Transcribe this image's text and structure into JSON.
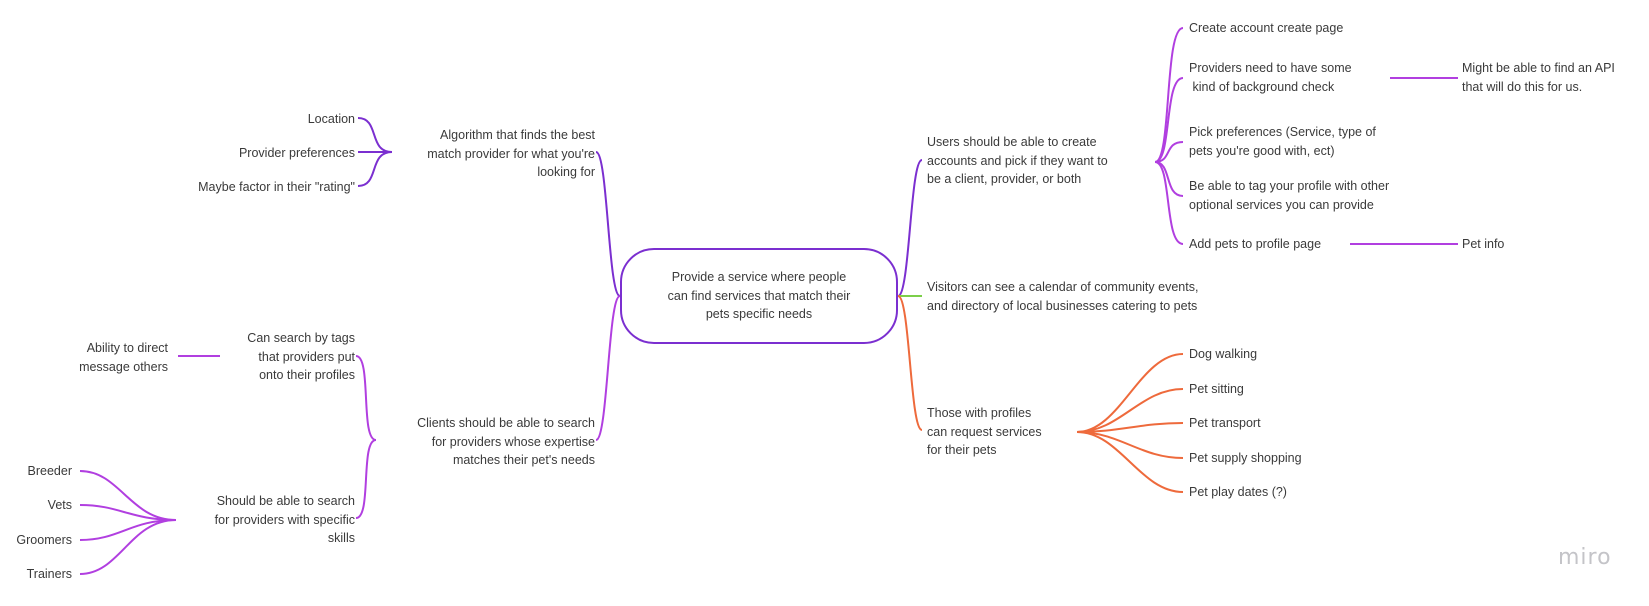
{
  "central_topic": "Provide a service where people\ncan find services that match their\npets specific needs",
  "branches": {
    "algorithm": {
      "label": "Algorithm that finds the best\nmatch provider for what you're\nlooking for",
      "children": [
        "Location",
        "Provider preferences",
        "Maybe factor in their \"rating\""
      ]
    },
    "client_search": {
      "label": "Clients should be able to search\nfor providers whose expertise\nmatches their pet's needs",
      "tags": {
        "label": "Can search by tags\nthat providers put\nonto their profiles",
        "child": "Ability to direct\nmessage others"
      },
      "skills": {
        "label": "Should be able to search\nfor providers with specific\nskills",
        "children": [
          "Breeder",
          "Vets",
          "Groomers",
          "Trainers"
        ]
      }
    },
    "accounts": {
      "label": "Users should be able to create\naccounts and pick if they want to\nbe a client, provider, or both",
      "children": {
        "create_page": "Create account create page",
        "background_check": "Providers need to have some\n kind of background check",
        "api_note": "Might be able to find an API\nthat will do this for us.",
        "preferences": "Pick preferences (Service, type of\npets you're good with, ect)",
        "tag_profile": "Be able to tag your profile with other\noptional services you can provide",
        "add_pets": "Add pets to profile page",
        "pet_info": "Pet info"
      }
    },
    "visitors": {
      "label": "Visitors can see a calendar of community events,\nand directory of local businesses catering to pets"
    },
    "requests": {
      "label": "Those with profiles\ncan request services\nfor their pets",
      "children": [
        "Dog walking",
        "Pet sitting",
        "Pet transport",
        "Pet supply shopping",
        "Pet play dates (?)"
      ]
    }
  },
  "brand": "miro",
  "colors": {
    "purple": "#7b2fd0",
    "violet": "#b13fe0",
    "green": "#7ccf4a",
    "orange": "#ee6a3c"
  }
}
